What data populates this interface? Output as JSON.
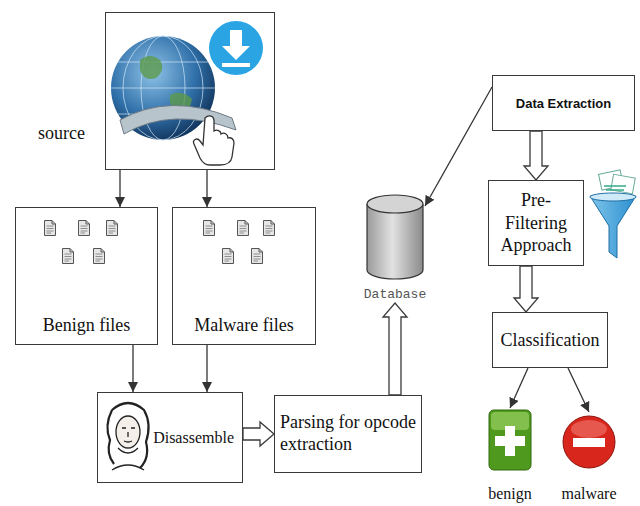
{
  "diagram": {
    "nodes": [
      {
        "text": [
          "source"
        ]
      },
      {
        "text": [
          "Benign files"
        ]
      },
      {
        "text": [
          "Malware files"
        ]
      },
      {
        "text": [
          "Disassemble"
        ]
      },
      {
        "text": [
          "Parsing for opcode extraction"
        ]
      },
      {
        "text": [
          "Database"
        ]
      },
      {
        "text": [
          "Data Extraction"
        ]
      },
      {
        "text": [
          "Pre-Filtering Approach"
        ]
      },
      {
        "text": [
          "Classification"
        ]
      },
      {
        "text": [
          "benign"
        ]
      },
      {
        "text": [
          "malware"
        ]
      }
    ],
    "edges": [
      {
        "from": 0,
        "to": 1,
        "arrow": "to"
      },
      {
        "from": 0,
        "to": 2,
        "arrow": "to"
      },
      {
        "from": 1,
        "to": 3,
        "arrow": "to"
      },
      {
        "from": 2,
        "to": 3,
        "arrow": "to"
      },
      {
        "from": 3,
        "to": 4,
        "arrow": "to"
      },
      {
        "from": 4,
        "to": 5,
        "arrow": "to"
      },
      {
        "from": 6,
        "to": 5,
        "arrow": "to"
      },
      {
        "from": 6,
        "to": 7,
        "arrow": "to"
      },
      {
        "from": 7,
        "to": 8,
        "arrow": "to"
      },
      {
        "from": 8,
        "to": 9,
        "arrow": "to"
      },
      {
        "from": 8,
        "to": 10,
        "arrow": "to"
      }
    ]
  }
}
